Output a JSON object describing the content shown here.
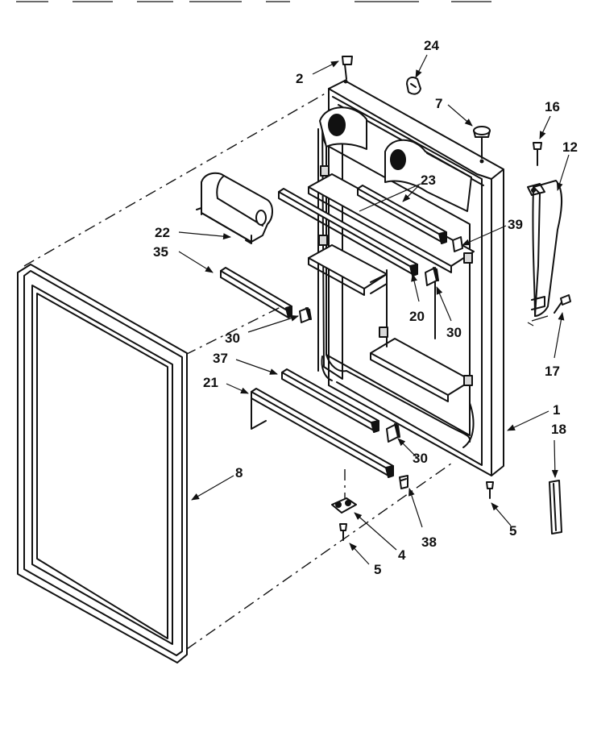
{
  "diagram": {
    "callouts": {
      "c1": "1",
      "c2": "2",
      "c4": "4",
      "c5a": "5",
      "c5b": "5",
      "c7": "7",
      "c8": "8",
      "c12": "12",
      "c16": "16",
      "c17": "17",
      "c18": "18",
      "c20": "20",
      "c21": "21",
      "c22": "22",
      "c23": "23",
      "c24": "24",
      "c30a": "30",
      "c30b": "30",
      "c30c": "30",
      "c35": "35",
      "c37": "37",
      "c38": "38",
      "c39": "39"
    }
  }
}
